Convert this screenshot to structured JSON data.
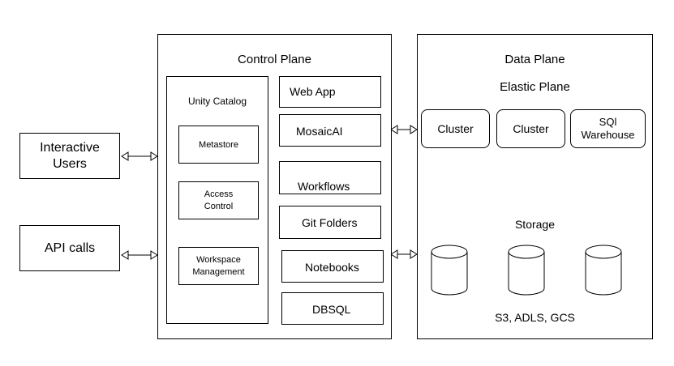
{
  "external": {
    "interactive_users": "Interactive\nUsers",
    "api_calls": "API calls"
  },
  "control_plane": {
    "title": "Control Plane",
    "unity_catalog": {
      "title": "Unity Catalog",
      "items": [
        "Metastore",
        "Access\nControl",
        "Workspace\nManagement"
      ]
    },
    "services": [
      "Web App",
      "MosaicAI",
      "Workflows",
      "Git Folders",
      "Notebooks",
      "DBSQL"
    ]
  },
  "data_plane": {
    "title": "Data Plane",
    "elastic_plane": {
      "title": "Elastic Plane",
      "compute": [
        "Cluster",
        "Cluster",
        "SQl\nWarehouse"
      ]
    },
    "storage": {
      "title": "Storage",
      "caption": "S3, ADLS, GCS"
    }
  }
}
